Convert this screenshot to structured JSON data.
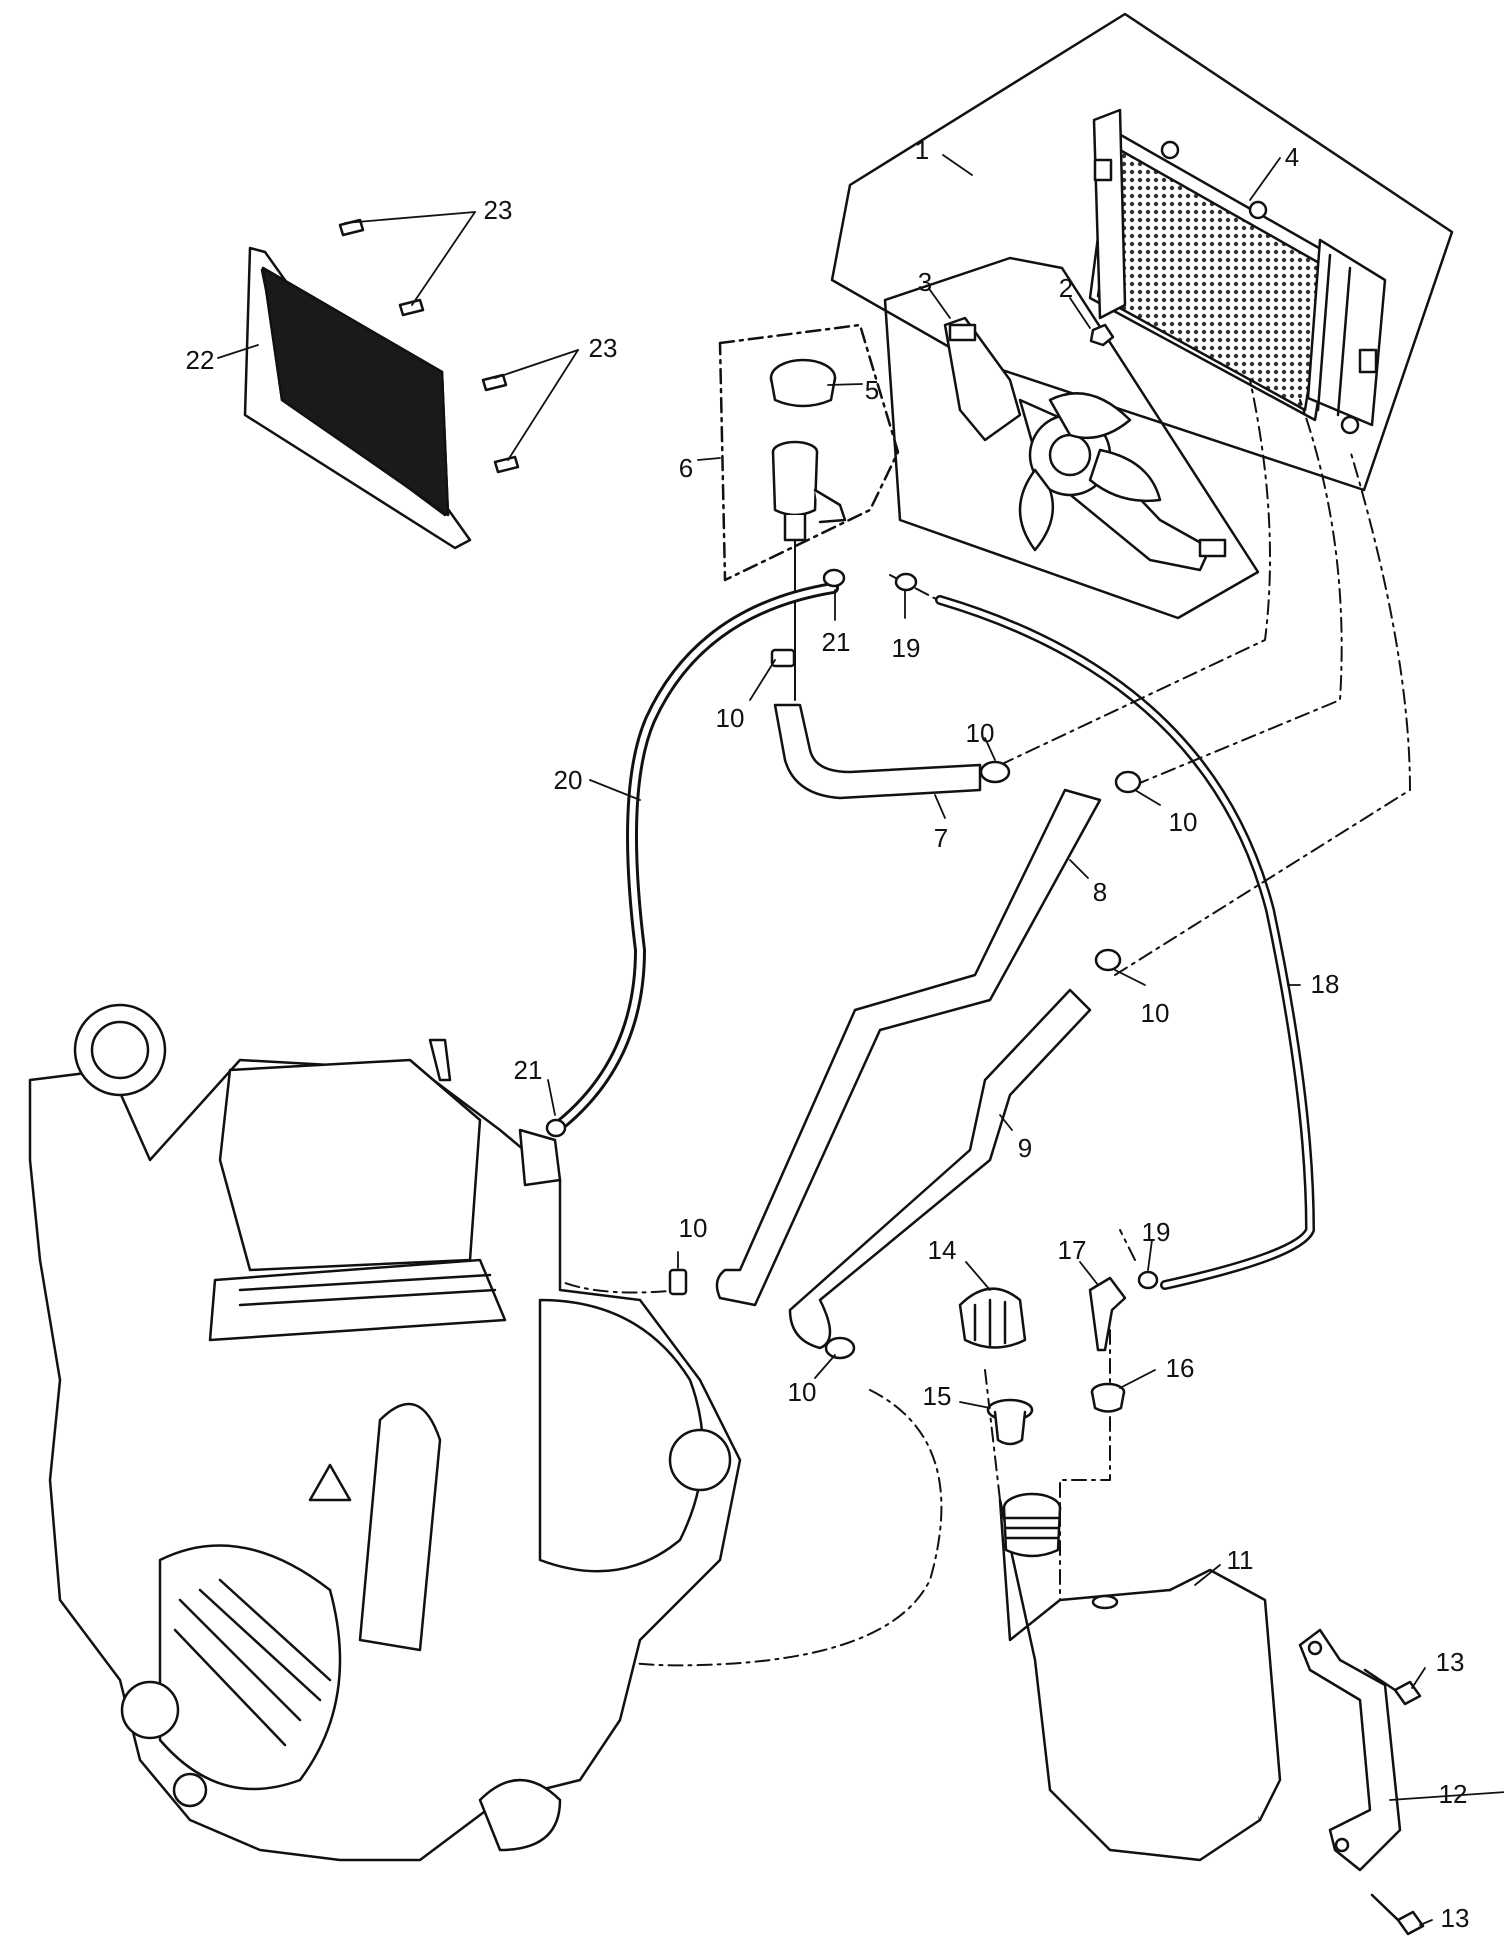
{
  "diagram": {
    "line_color": "#111111",
    "fill_dark": "#1a1a1a",
    "background": "#ffffff",
    "callouts": {
      "c1": "1",
      "c2": "2",
      "c3": "3",
      "c4": "4",
      "c5": "5",
      "c6": "6",
      "c7": "7",
      "c8": "8",
      "c9": "9",
      "c10a": "10",
      "c10b": "10",
      "c10c": "10",
      "c10d": "10",
      "c10e": "10",
      "c10f": "10",
      "c11": "11",
      "c12": "12",
      "c13a": "13",
      "c13b": "13",
      "c14": "14",
      "c15": "15",
      "c16": "16",
      "c17": "17",
      "c18": "18",
      "c19a": "19",
      "c19b": "19",
      "c20": "20",
      "c21a": "21",
      "c21b": "21",
      "c22": "22",
      "c23a": "23",
      "c23b": "23"
    }
  }
}
